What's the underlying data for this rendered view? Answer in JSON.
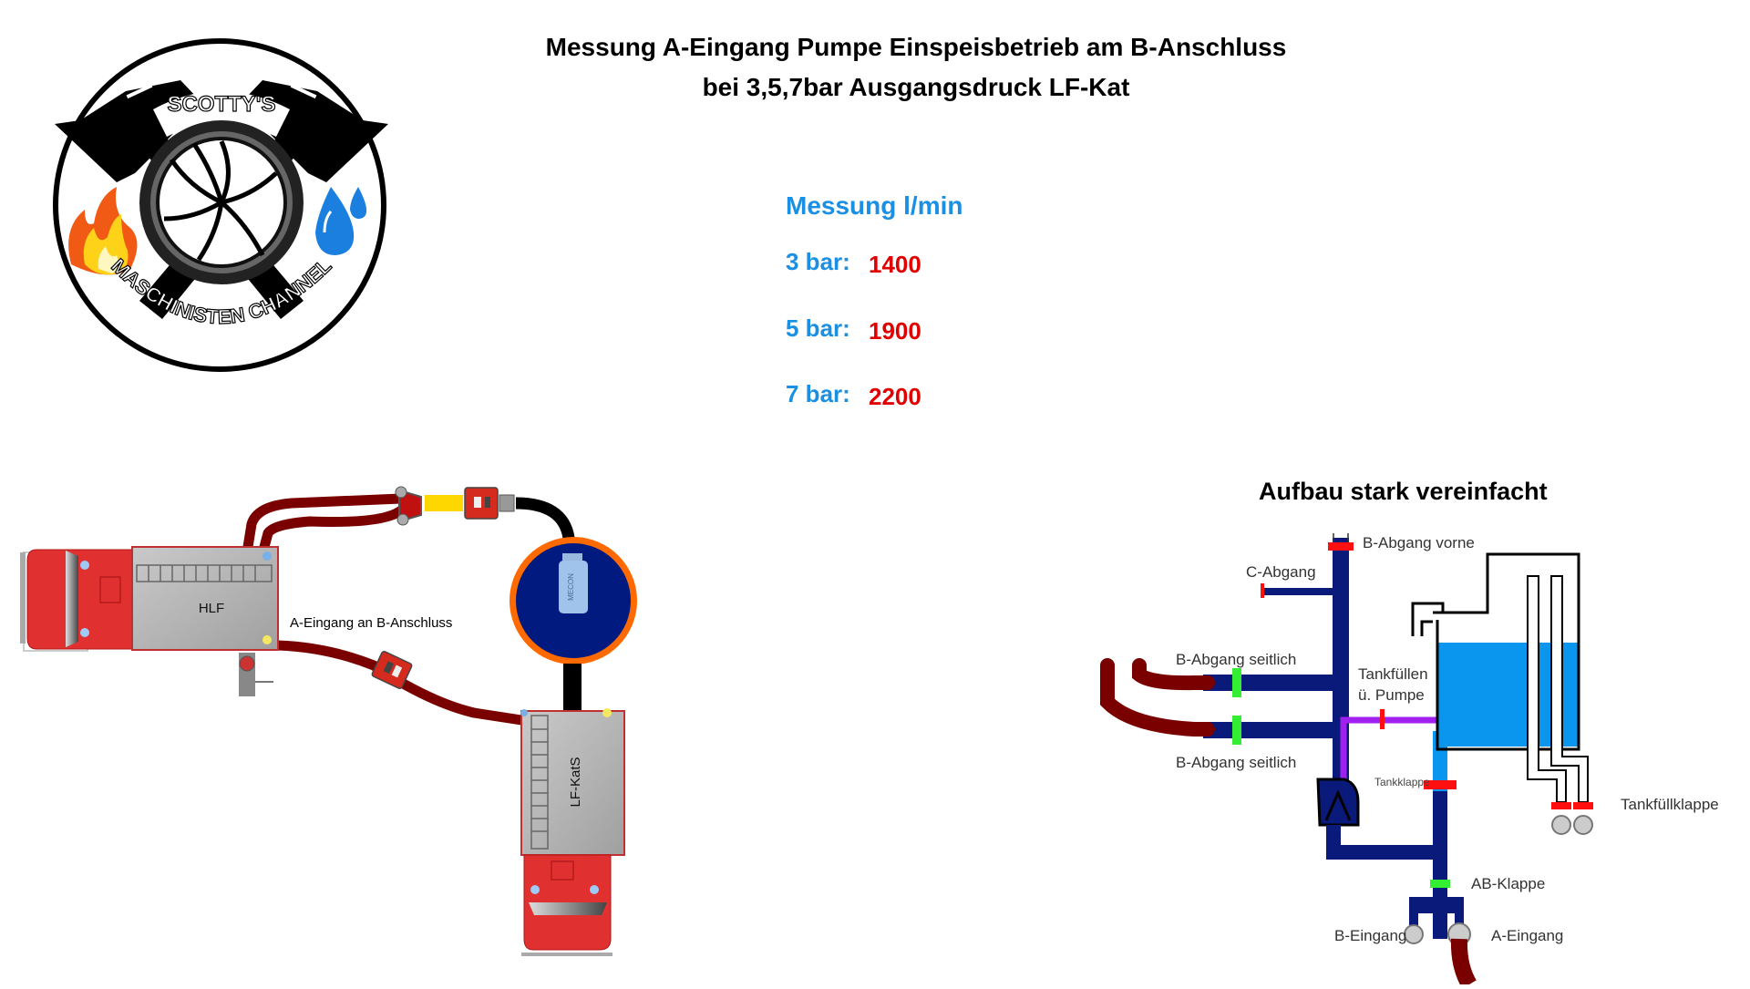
{
  "header": {
    "title_line1": "Messung A-Eingang Pumpe Einspeisbetrieb am B-Anschluss",
    "title_line2": "bei 3,5,7bar Ausgangsdruck LF-Kat"
  },
  "logo": {
    "top_text": "SCOTTY'S",
    "bottom_text": "MASCHINISTEN CHANNEL",
    "icons": [
      "axe-icon",
      "impeller-icon",
      "flame-icon",
      "water-drop-icon"
    ]
  },
  "measurements": {
    "heading": "Messung l/min",
    "unit": "l/min",
    "rows": [
      {
        "label": "3 bar:",
        "pressure_bar": 3,
        "value": "1400"
      },
      {
        "label": "5 bar:",
        "pressure_bar": 5,
        "value": "1900"
      },
      {
        "label": "7 bar:",
        "pressure_bar": 7,
        "value": "2200"
      }
    ]
  },
  "setup_diagram": {
    "vehicle_1": "HLF",
    "vehicle_2": "LF-KatS",
    "connection_label": "A-Eingang an B-Anschluss",
    "flowmeter_brand": "MECON"
  },
  "pump_diagram": {
    "title": "Aufbau stark vereinfacht",
    "labels": {
      "b_abgang_vorne": "B-Abgang vorne",
      "c_abgang": "C-Abgang",
      "b_abgang_seitlich_1": "B-Abgang seitlich",
      "b_abgang_seitlich_2": "B-Abgang seitlich",
      "tankfuellen_line1": "Tankfüllen",
      "tankfuellen_line2": "ü. Pumpe",
      "tankklappe": "Tankklappe",
      "tankfuellklappe": "Tankfüllklappe",
      "ab_klappe": "AB-Klappe",
      "b_eingang": "B-Eingang",
      "a_eingang": "A-Eingang"
    }
  },
  "colors": {
    "heading_blue": "#1a8fe3",
    "value_red": "#e00000",
    "pipe_navy": "#0a1a7a",
    "water_blue": "#0a96ee",
    "valve_closed_red": "#ff1010",
    "valve_open_green": "#33ee33",
    "tank_fill_line_purple": "#a020f0",
    "hose_darkred": "#7a0000",
    "flowmeter_ring_orange": "#ff6a00"
  }
}
